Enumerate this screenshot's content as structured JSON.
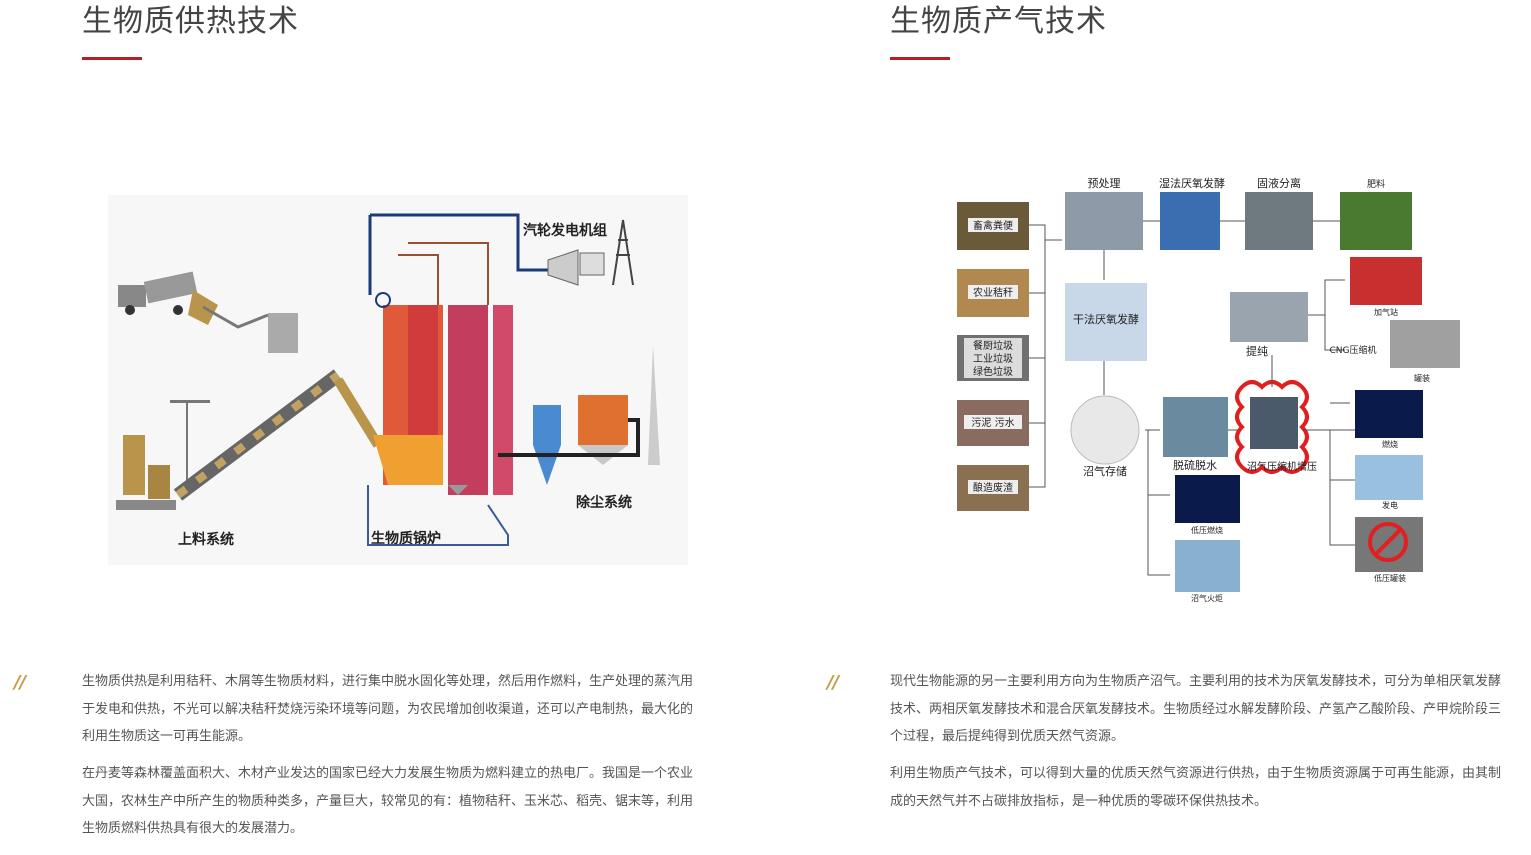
{
  "left": {
    "title": "生物质供热技术",
    "diagram_labels": {
      "turbine": "汽轮发电机组",
      "feeding": "上料系统",
      "boiler": "生物质锅炉",
      "dust": "除尘系统"
    },
    "quote_mark": "//",
    "paragraphs": [
      "生物质供热是利用秸秆、木屑等生物质材料，进行集中脱水固化等处理，然后用作燃料，生产处理的蒸汽用于发电和供热，不光可以解决秸秆焚烧污染环境等问题，为农民增加创收渠道，还可以产电制热，最大化的利用生物质这一可再生能源。",
      "在丹麦等森林覆盖面积大、木材产业发达的国家已经大力发展生物质为燃料建立的热电厂。我国是一个农业大国，农林生产中所产生的物质种类多，产量巨大，较常见的有：植物秸秆、玉米芯、稻壳、锯末等，利用生物质燃料供热具有很大的发展潜力。"
    ]
  },
  "right": {
    "title": "生物质产气技术",
    "diagram_labels": {
      "pre": "预处理",
      "wet": "湿法厌氧发酵",
      "sep": "固液分离",
      "fert": "肥料",
      "manure": "畜禽粪便",
      "straw": "农业秸秆",
      "waste1": "餐厨垃圾",
      "waste2": "工业垃圾",
      "waste3": "绿色垃圾",
      "sludge": "污泥 污水",
      "brew": "酿造废渣",
      "dry": "干法厌氧发酵",
      "storage": "沼气存储",
      "desulf": "脱硫脱水",
      "compress": "沼气压缩机增压",
      "purify": "提纯",
      "station": "加气站",
      "cng": "CNG压缩机",
      "tank": "罐装",
      "burn": "燃烧",
      "power": "发电",
      "lowburn": "低压燃烧",
      "torch": "沼气火炬",
      "lowtank": "低压罐装"
    },
    "quote_mark": "//",
    "paragraphs": [
      "现代生物能源的另一主要利用方向为生物质产沼气。主要利用的技术为厌氧发酵技术，可分为单相厌氧发酵技术、两相厌氧发酵技术和混合厌氧发酵技术。生物质经过水解发酵阶段、产氢产乙酸阶段、产甲烷阶段三个过程，最后提纯得到优质天然气资源。",
      "利用生物质产气技术，可以得到大量的优质天然气资源进行供热，由于生物质资源属于可再生能源，由其制成的天然气并不占碳排放指标，是一种优质的零碳环保供热技术。"
    ]
  },
  "colors": {
    "accent": "#b42025",
    "quote": "#c79a4a"
  }
}
